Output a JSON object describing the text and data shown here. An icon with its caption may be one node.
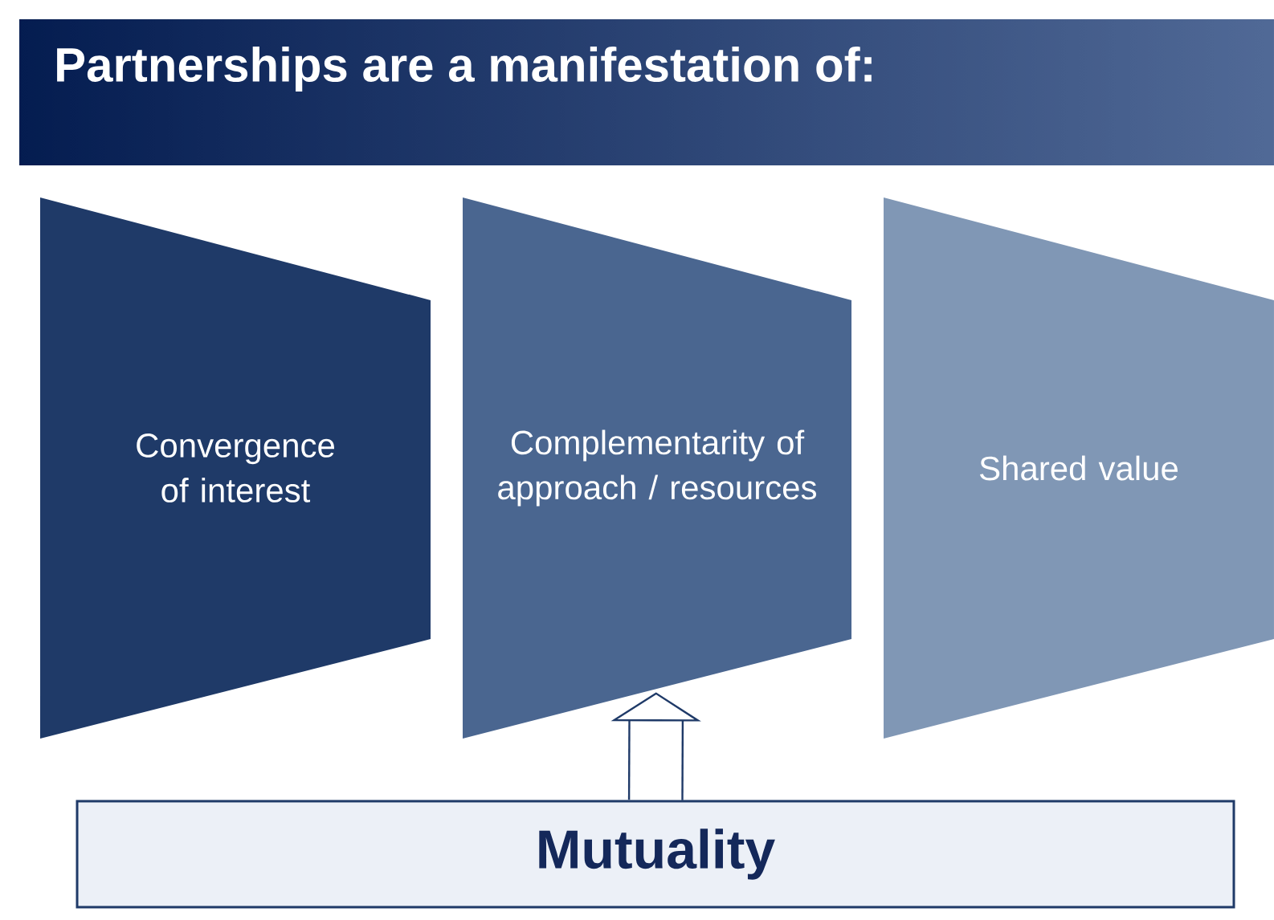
{
  "diagram": {
    "title": "Partnerships are a manifestation of:",
    "nodes": [
      {
        "text": [
          "Convergence of interest"
        ]
      },
      {
        "text": [
          "Complementarity of approach / resources"
        ]
      },
      {
        "text": [
          "Shared value"
        ]
      },
      {
        "text": [
          "Mutuality"
        ]
      }
    ],
    "edges": [
      {
        "from": 3,
        "to": 1,
        "arrow": "to"
      }
    ]
  }
}
